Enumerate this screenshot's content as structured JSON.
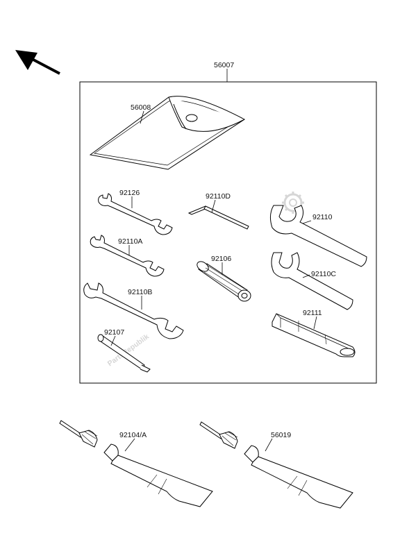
{
  "diagram": {
    "kit_part_number": "56007",
    "parts": {
      "tool_bag": "56008",
      "wrench_92126": "92126",
      "hex_key": "92110D",
      "spanner_92110": "92110",
      "wrench_92110a": "92110A",
      "plug_wrench_handle": "92106",
      "spanner_92110c": "92110C",
      "wrench_92110b": "92110B",
      "screwdriver_grip": "92111",
      "screwdriver": "92107",
      "grease_tube_1": "92104/A",
      "grease_tube_2": "56019"
    },
    "watermark": "PartsRepublik"
  }
}
